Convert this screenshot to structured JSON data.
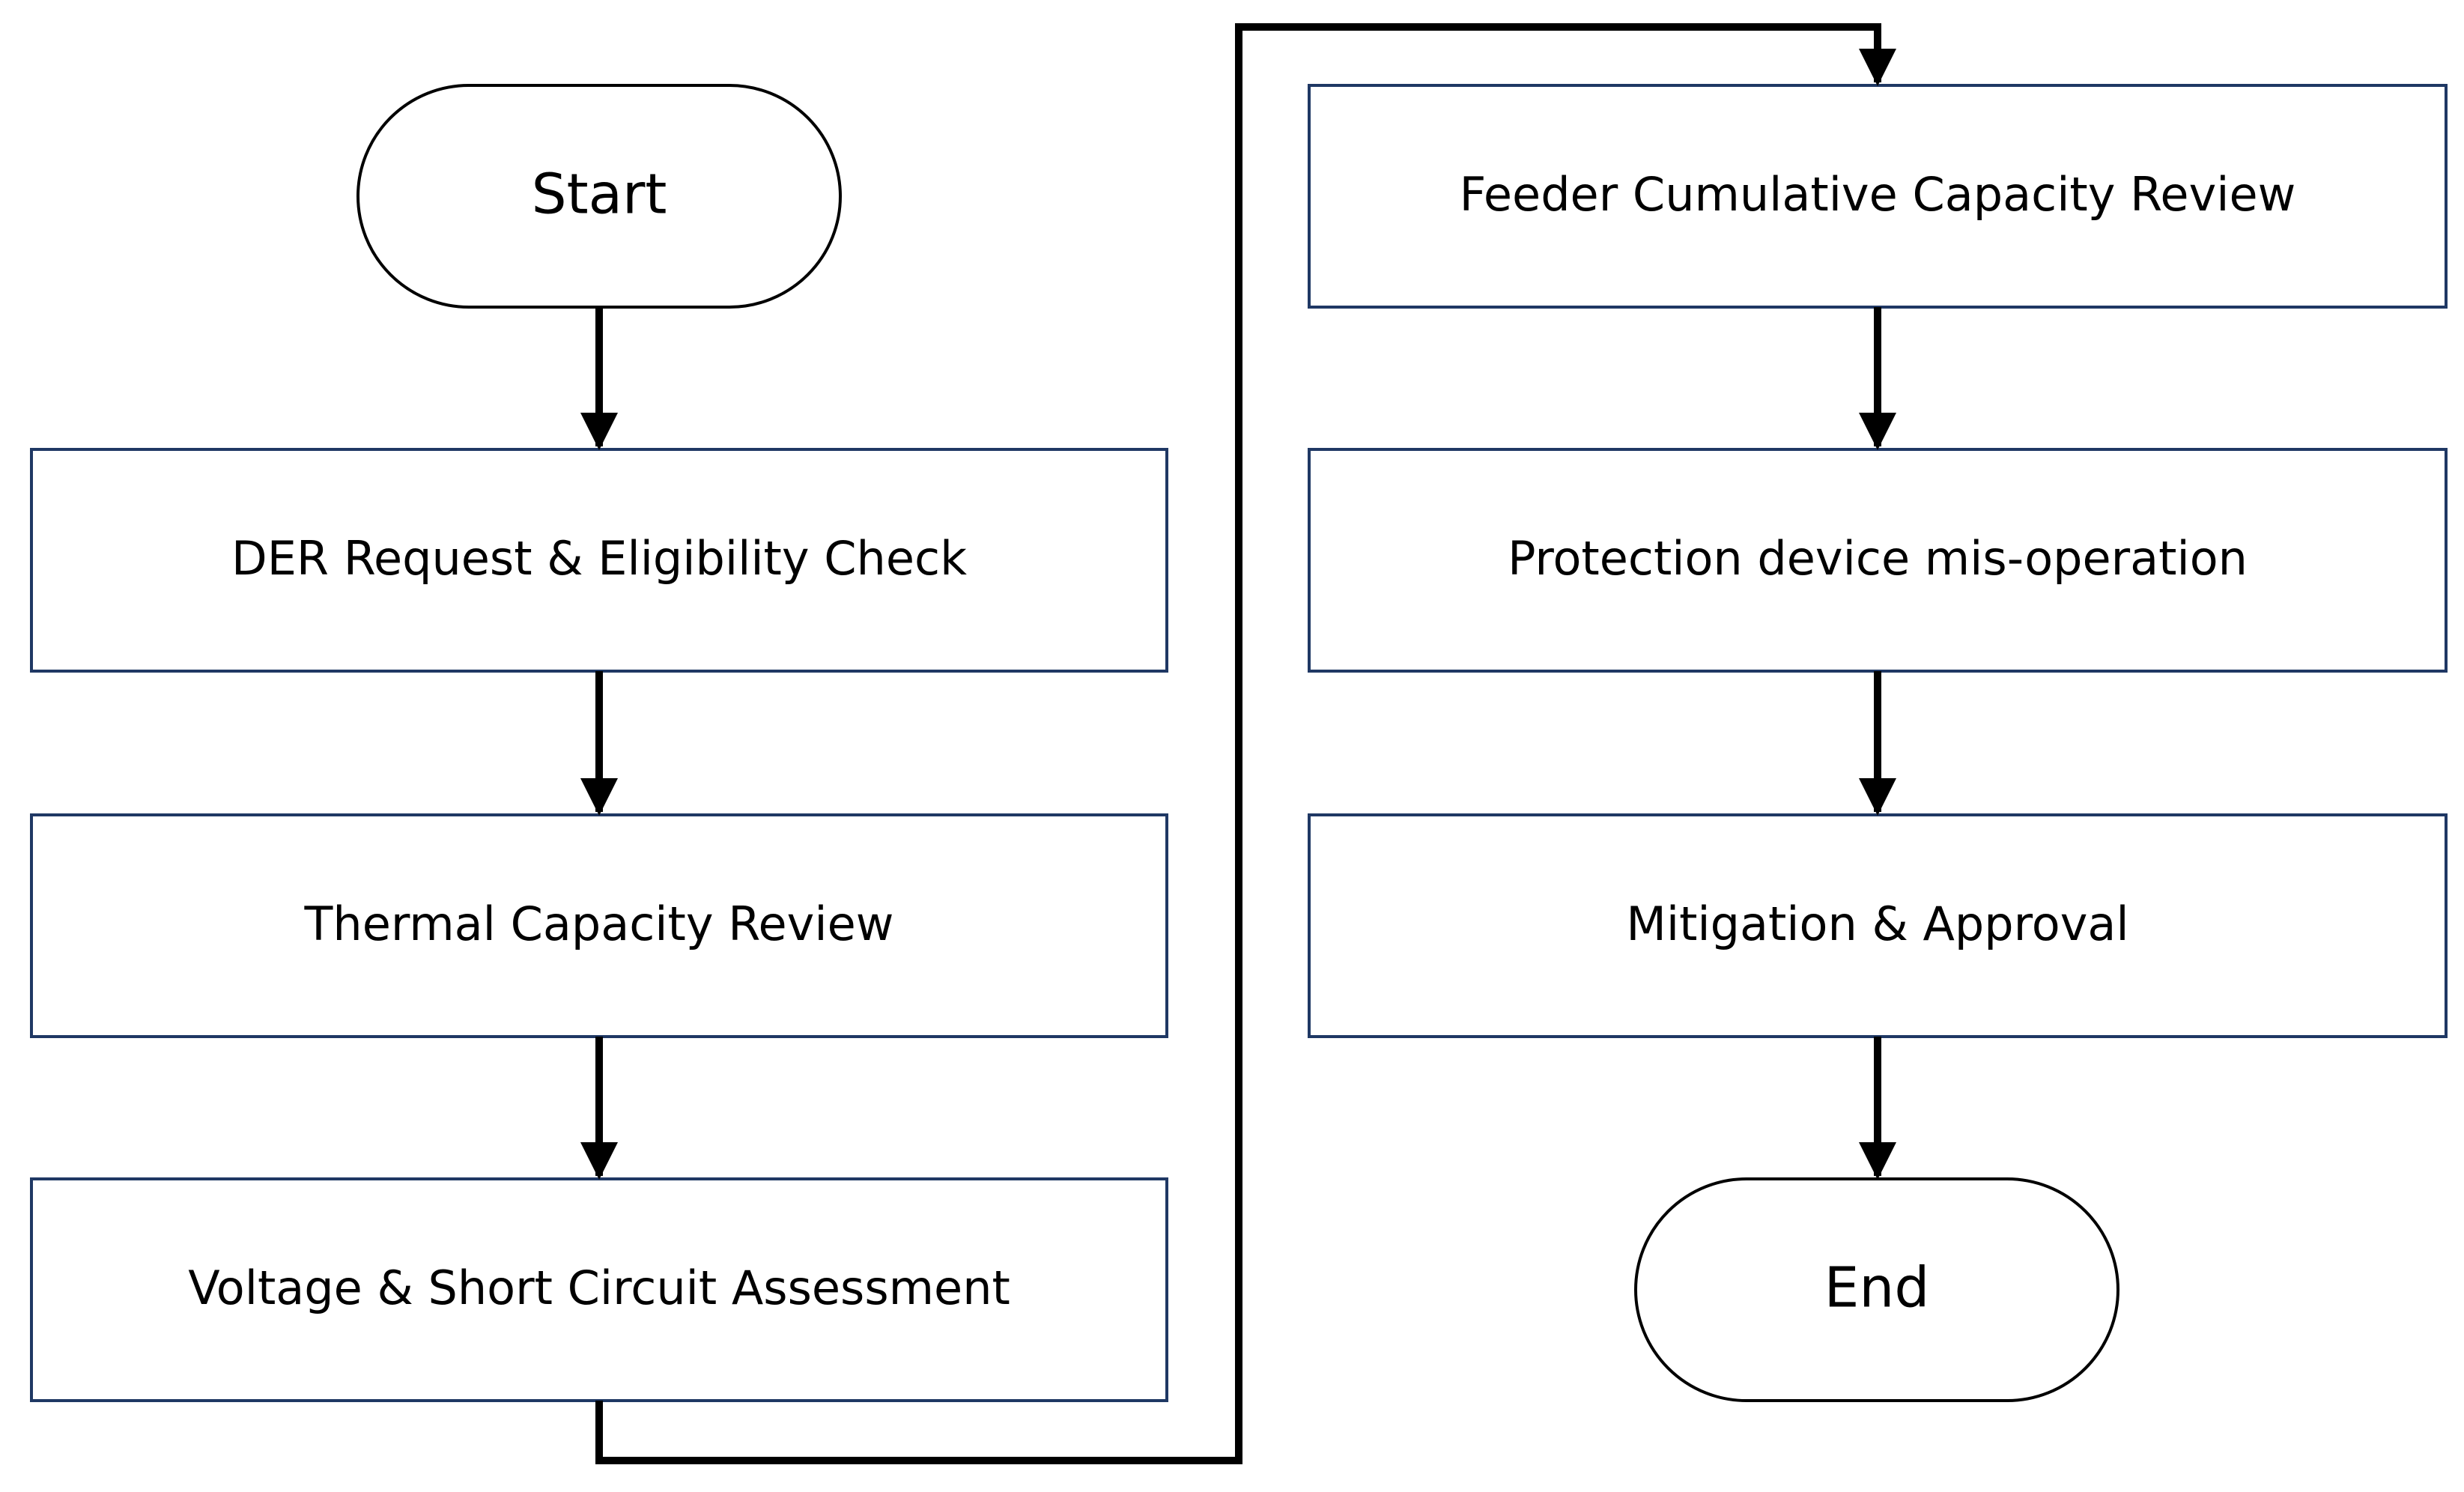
{
  "flowchart": {
    "start": {
      "label": "Start"
    },
    "steps": [
      {
        "label": "DER Request & Eligibility Check"
      },
      {
        "label": "Thermal Capacity Review"
      },
      {
        "label": "Voltage & Short Circuit Assessment"
      },
      {
        "label": "Feeder Cumulative Capacity Review"
      },
      {
        "label": "Protection device mis-operation"
      },
      {
        "label": "Mitigation & Approval"
      }
    ],
    "end": {
      "label": "End"
    }
  },
  "colors": {
    "box_border": "#1f3864",
    "terminal_border": "#000000",
    "connector": "#000000",
    "text": "#000000",
    "background": "#ffffff"
  }
}
